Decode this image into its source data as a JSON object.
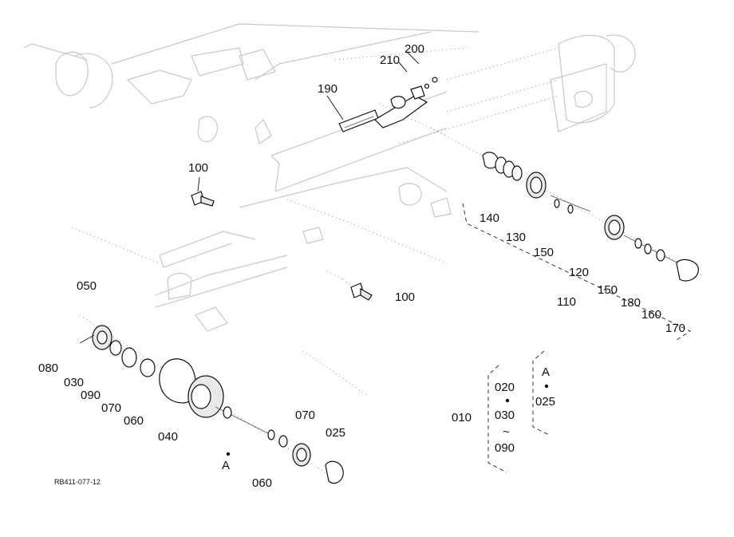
{
  "labels": {
    "l200": "200",
    "l210": "210",
    "l190": "190",
    "l100a": "100",
    "l100b": "100",
    "l050": "050",
    "l140": "140",
    "l130": "130",
    "l150a": "150",
    "l120": "120",
    "l150b": "150",
    "l110": "110",
    "l180": "180",
    "l160": "160",
    "l170": "170",
    "l080": "080",
    "l030": "030",
    "l090": "090",
    "l070a": "070",
    "l060a": "060",
    "l040": "040",
    "l070b": "070",
    "l025": "025",
    "lA1": "A",
    "l060b": "060",
    "l010": "010"
  },
  "legend_group_010": {
    "line1": "020",
    "line2": "030",
    "tilde": "~",
    "line3": "090"
  },
  "legend_group_A": {
    "title": "A",
    "line1": "025"
  },
  "drawing_code": "RB411-077-12"
}
